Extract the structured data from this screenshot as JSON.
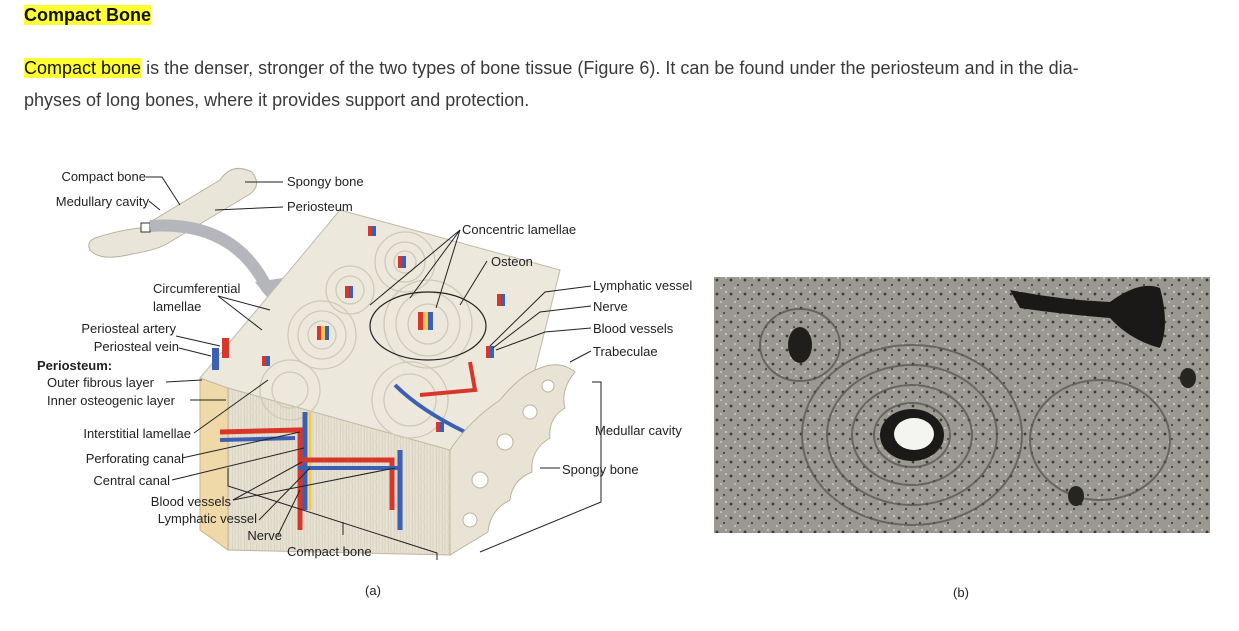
{
  "heading": "Compact Bone",
  "paragraph": {
    "term": "Compact bone",
    "rest_line1": " is the denser, stronger of the two types of bone tissue (Figure 6). It can be found under the periosteum and in the dia-",
    "rest_line2": "physes of long bones, where it provides support and protection."
  },
  "figure": {
    "labels": {
      "compact_bone_top": "Compact bone",
      "medullary_cavity": "Medullary cavity",
      "spongy_bone_top": "Spongy bone",
      "periosteum_top": "Periosteum",
      "concentric_lamellae": "Concentric lamellae",
      "osteon": "Osteon",
      "circumferential_1": "Circumferential",
      "circumferential_2": "lamellae",
      "periosteal_artery": "Periosteal artery",
      "periosteal_vein": "Periosteal vein",
      "periosteum_heading": "Periosteum:",
      "outer_fibrous": "Outer fibrous layer",
      "inner_osteogenic": "Inner osteogenic layer",
      "lymphatic_vessel_r": "Lymphatic vessel",
      "nerve_r": "Nerve",
      "blood_vessels_r": "Blood vessels",
      "trabeculae": "Trabeculae",
      "medullar_cavity": "Medullar cavity",
      "spongy_bone_r": "Spongy bone",
      "interstitial_lamellae": "Interstitial lamellae",
      "perforating_canal": "Perforating canal",
      "central_canal": "Central canal",
      "blood_vessels_b": "Blood vessels",
      "lymphatic_vessel_b": "Lymphatic vessel",
      "nerve_b": "Nerve",
      "compact_bone_b": "Compact bone"
    },
    "caption_a": "(a)",
    "caption_b": "(b)"
  },
  "colors": {
    "highlight": "#ffff33",
    "artery": "#d9362b",
    "vein": "#3d5fb3",
    "nerve": "#f2c94c",
    "bone": "#e8e3d4"
  }
}
